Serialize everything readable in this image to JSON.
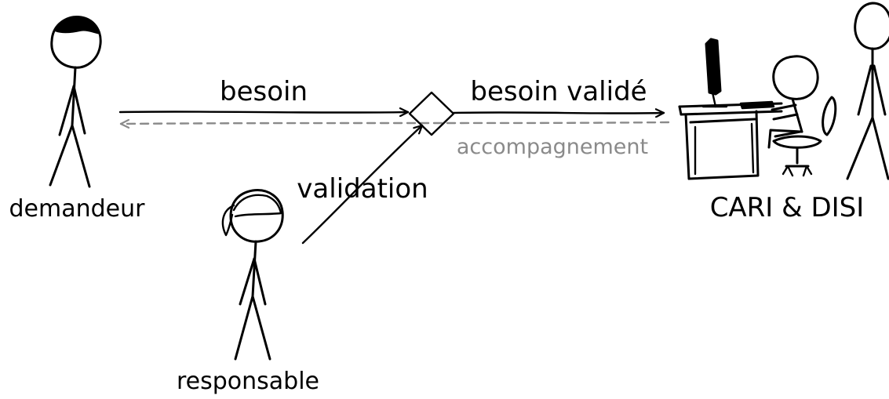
{
  "actors": {
    "requester": "demandeur",
    "manager": "responsable",
    "support": "CARI & DISI"
  },
  "flows": {
    "need": "besoin",
    "validated_need": "besoin validé",
    "validation": "validation",
    "support_back": "accompagnement"
  },
  "colors": {
    "ink": "#000000",
    "return_flow": "#8a8a8a"
  }
}
